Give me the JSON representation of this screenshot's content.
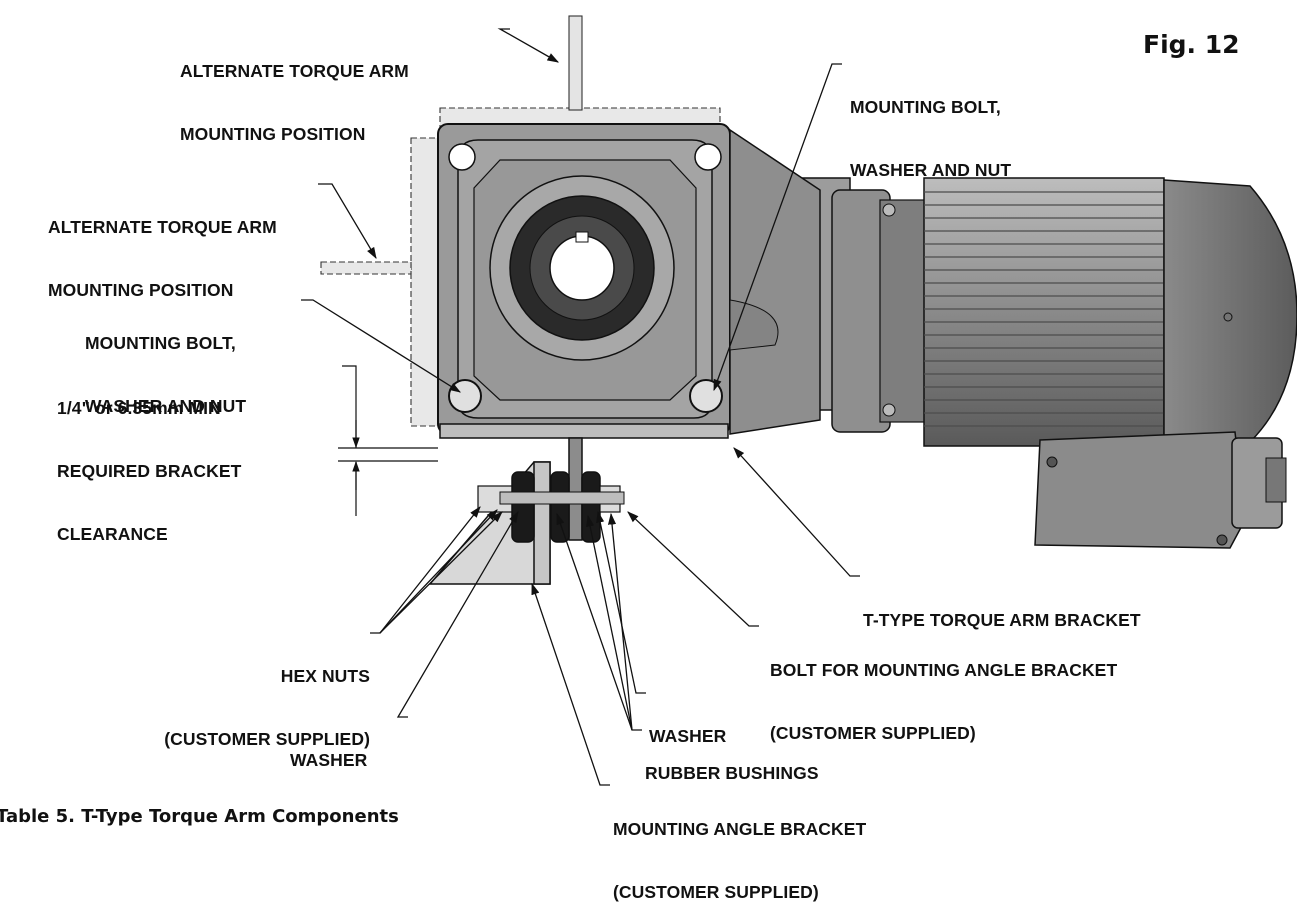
{
  "figure": {
    "label": "Fig. 12",
    "table_caption": "Table 5. T-Type Torque Arm Components"
  },
  "callouts": {
    "alt_mount_top": [
      "ALTERNATE TORQUE ARM",
      "MOUNTING POSITION"
    ],
    "alt_mount_left": [
      "ALTERNATE TORQUE ARM",
      "MOUNTING POSITION"
    ],
    "mount_bolt_left": [
      "MOUNTING BOLT,",
      "WASHER AND NUT"
    ],
    "mount_bolt_right": [
      "MOUNTING BOLT,",
      "WASHER AND NUT"
    ],
    "clearance": [
      "1/4\" or 6.35mm MIN",
      "REQUIRED BRACKET",
      "CLEARANCE"
    ],
    "t_type_bracket": [
      "T-TYPE TORQUE ARM BRACKET"
    ],
    "bolt_angle_bracket": [
      "BOLT FOR MOUNTING ANGLE BRACKET",
      "(CUSTOMER SUPPLIED)"
    ],
    "hex_nuts": [
      "HEX NUTS",
      "(CUSTOMER SUPPLIED)"
    ],
    "washer_right": [
      "WASHER"
    ],
    "washer_left": [
      "WASHER"
    ],
    "rubber_bushings": [
      "RUBBER BUSHINGS"
    ],
    "mounting_angle_bracket": [
      "MOUNTING ANGLE BRACKET",
      "(CUSTOMER SUPPLIED)"
    ]
  },
  "colors": {
    "line": "#111111",
    "body_gray": "#9a9a9a",
    "light_gray": "#d2d2d2",
    "dark_gray": "#3a3a3a"
  }
}
